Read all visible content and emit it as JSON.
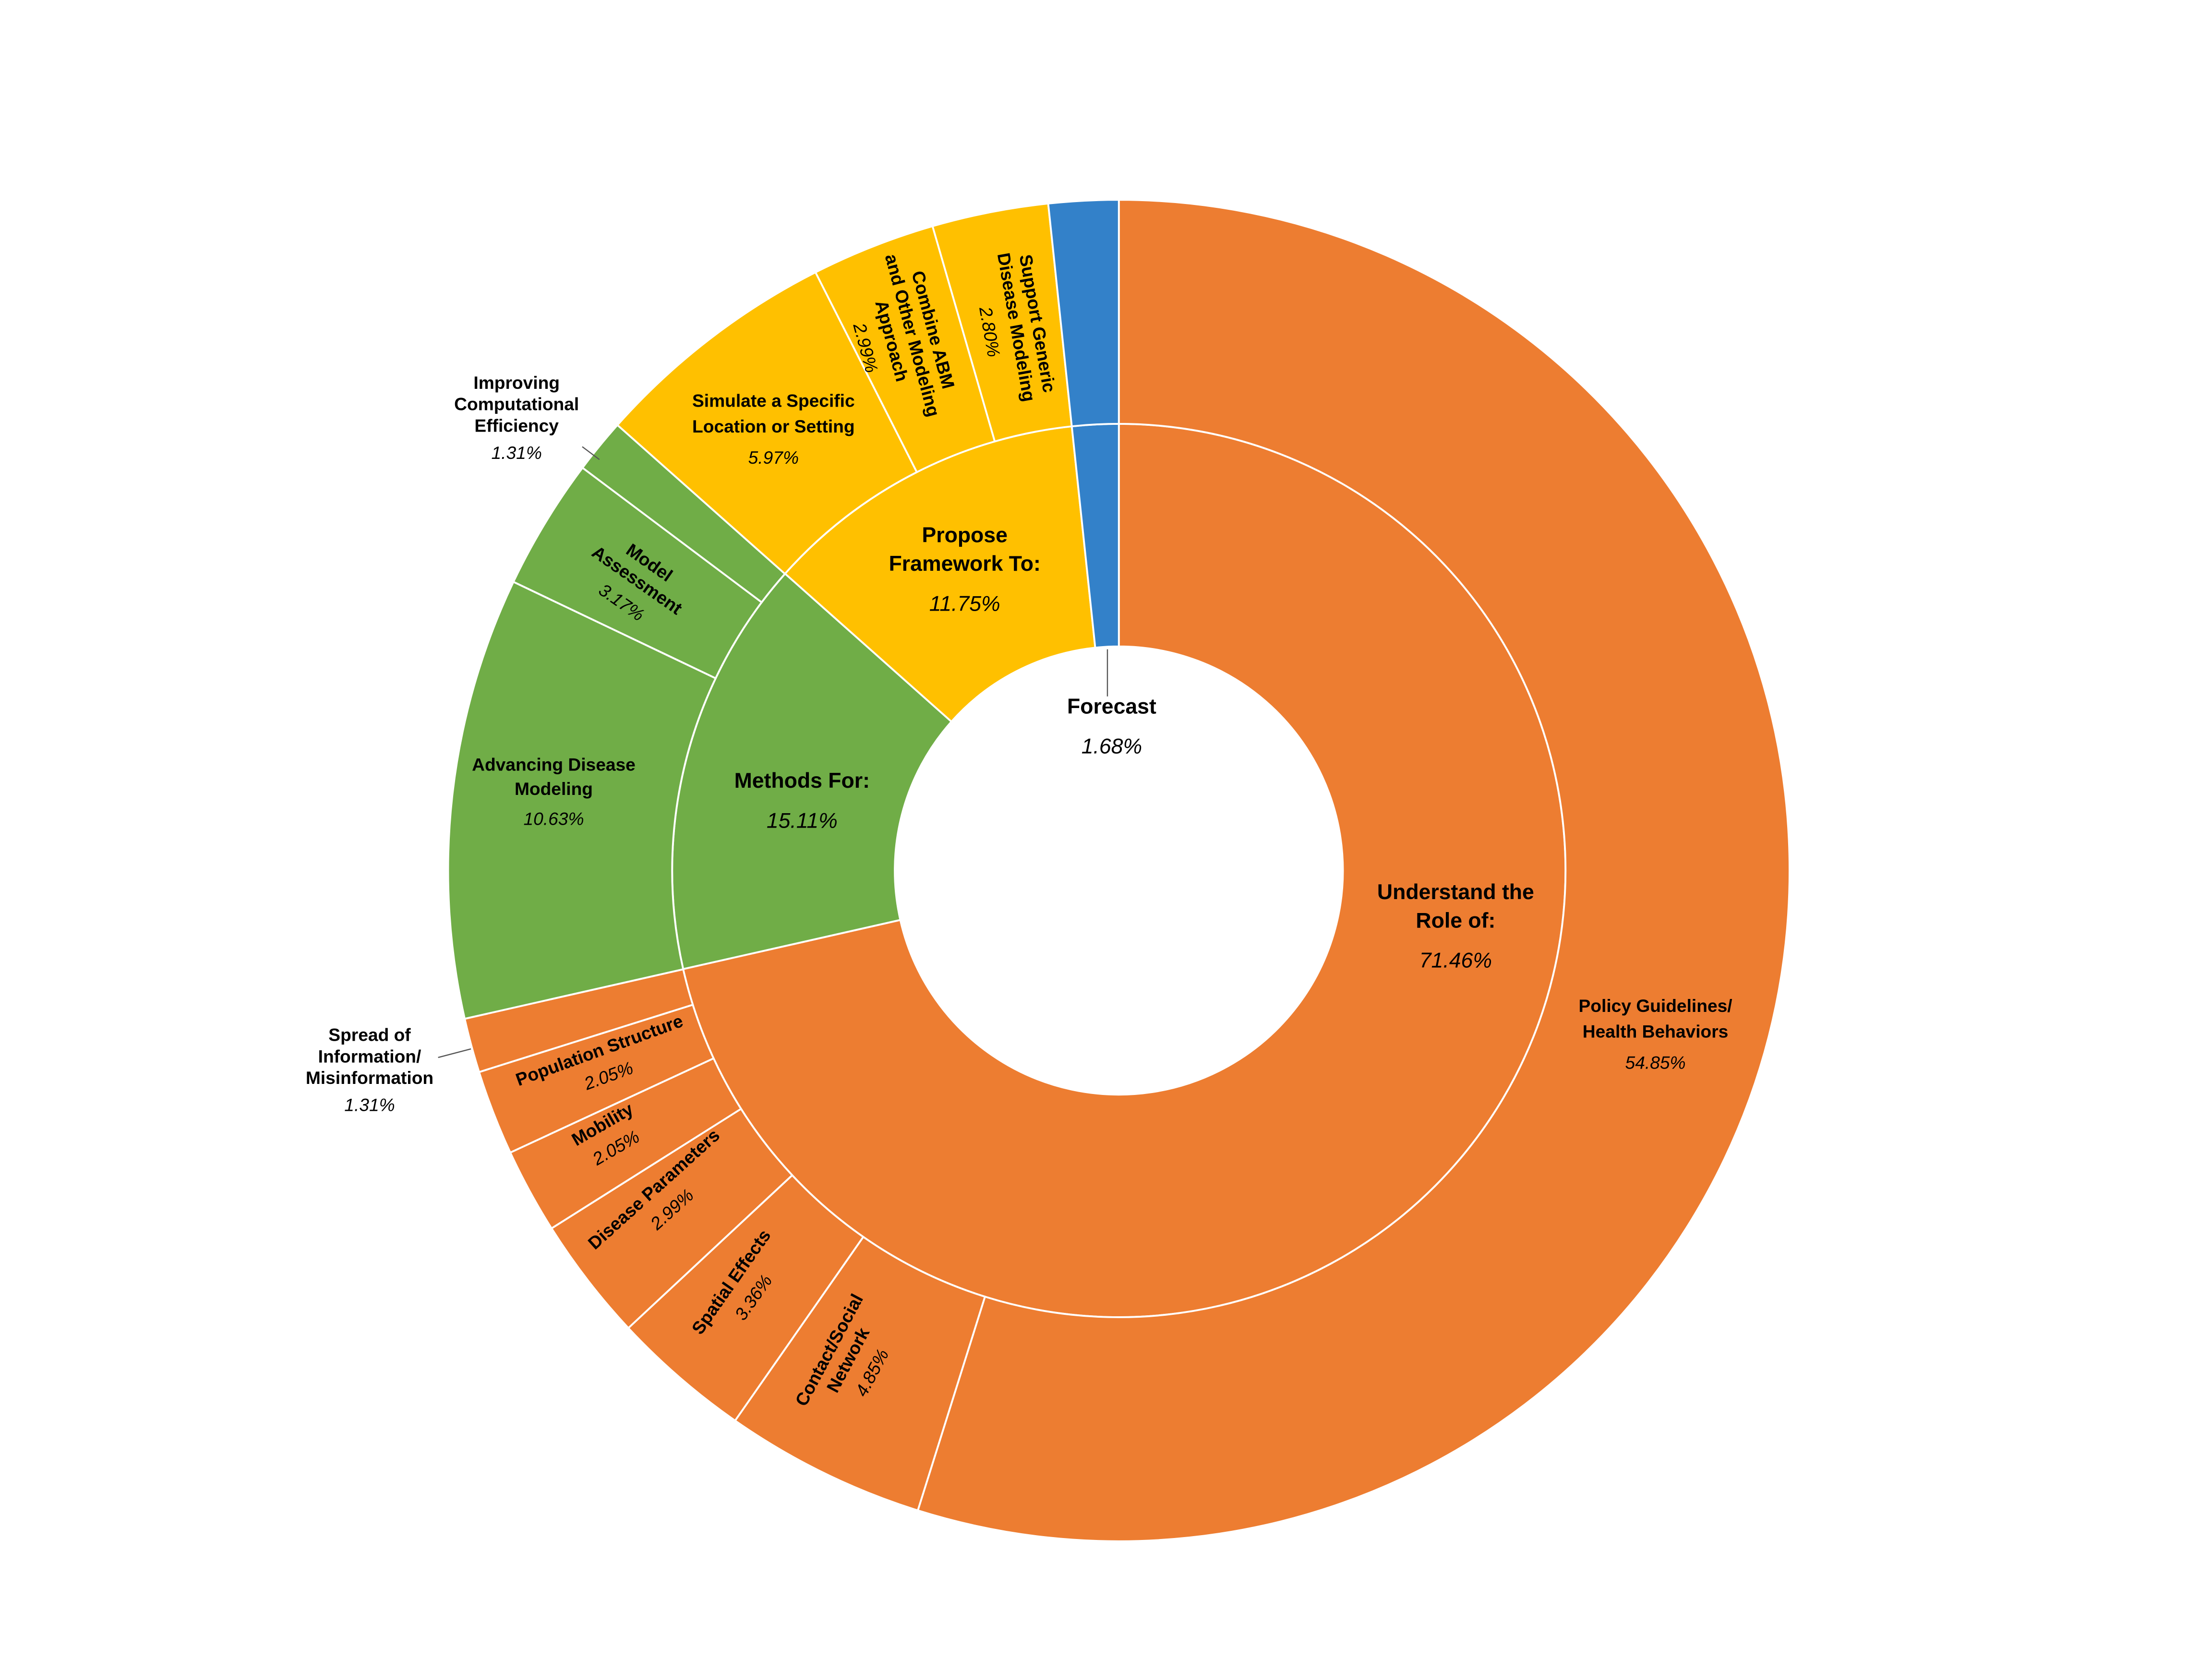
{
  "chart_data": {
    "type": "sunburst",
    "title": "",
    "colors": {
      "Understand the Role of:": "#ED7D31",
      "Methods For:": "#70AD47",
      "Propose Framework To:": "#FFC000",
      "Forecast": "#3381C9",
      "separator": "#FFFFFF"
    },
    "inner": [
      {
        "label_lines": [
          "Understand the",
          "Role of:"
        ],
        "name": "Understand the Role of:",
        "value": 71.46,
        "pct": "71.46%"
      },
      {
        "label_lines": [
          "Methods For:"
        ],
        "name": "Methods For:",
        "value": 15.11,
        "pct": "15.11%"
      },
      {
        "label_lines": [
          "Propose",
          "Framework To:"
        ],
        "name": "Propose Framework To:",
        "value": 11.75,
        "pct": "11.75%"
      },
      {
        "label_lines": [
          "Forecast"
        ],
        "name": "Forecast",
        "value": 1.68,
        "pct": "1.68%"
      }
    ],
    "outer": [
      {
        "parent": 0,
        "label_lines": [
          "Policy Guidelines/",
          "Health Behaviors"
        ],
        "value": 54.85,
        "pct": "54.85%"
      },
      {
        "parent": 0,
        "label_lines": [
          "Contact/Social",
          "Network"
        ],
        "value": 4.85,
        "pct": "4.85%"
      },
      {
        "parent": 0,
        "label_lines": [
          "Spatial Effects"
        ],
        "value": 3.36,
        "pct": "3.36%"
      },
      {
        "parent": 0,
        "label_lines": [
          "Disease Parameters"
        ],
        "value": 2.99,
        "pct": "2.99%"
      },
      {
        "parent": 0,
        "label_lines": [
          "Mobility"
        ],
        "value": 2.05,
        "pct": "2.05%"
      },
      {
        "parent": 0,
        "label_lines": [
          "Population Structure"
        ],
        "value": 2.05,
        "pct": "2.05%"
      },
      {
        "parent": 0,
        "label_lines": [
          "Spread of",
          "Information/",
          "Misinformation"
        ],
        "value": 1.31,
        "pct": "1.31%"
      },
      {
        "parent": 1,
        "label_lines": [
          "Advancing Disease",
          "Modeling"
        ],
        "value": 10.63,
        "pct": "10.63%"
      },
      {
        "parent": 1,
        "label_lines": [
          "Model",
          "Assessment"
        ],
        "value": 3.17,
        "pct": "3.17%"
      },
      {
        "parent": 1,
        "label_lines": [
          "Improving",
          "Computational",
          "Efficiency"
        ],
        "value": 1.31,
        "pct": "1.31%"
      },
      {
        "parent": 2,
        "label_lines": [
          "Simulate a Specific",
          "Location or Setting"
        ],
        "value": 5.97,
        "pct": "5.97%"
      },
      {
        "parent": 2,
        "label_lines": [
          "Combine ABM",
          "and Other Modeling",
          "Approach"
        ],
        "value": 2.99,
        "pct": "2.99%"
      },
      {
        "parent": 2,
        "label_lines": [
          "Support Generic",
          "Disease Modeling"
        ],
        "value": 2.8,
        "pct": "2.80%"
      },
      {
        "parent": 3,
        "label_lines": [],
        "value": 1.68,
        "pct": ""
      }
    ]
  }
}
